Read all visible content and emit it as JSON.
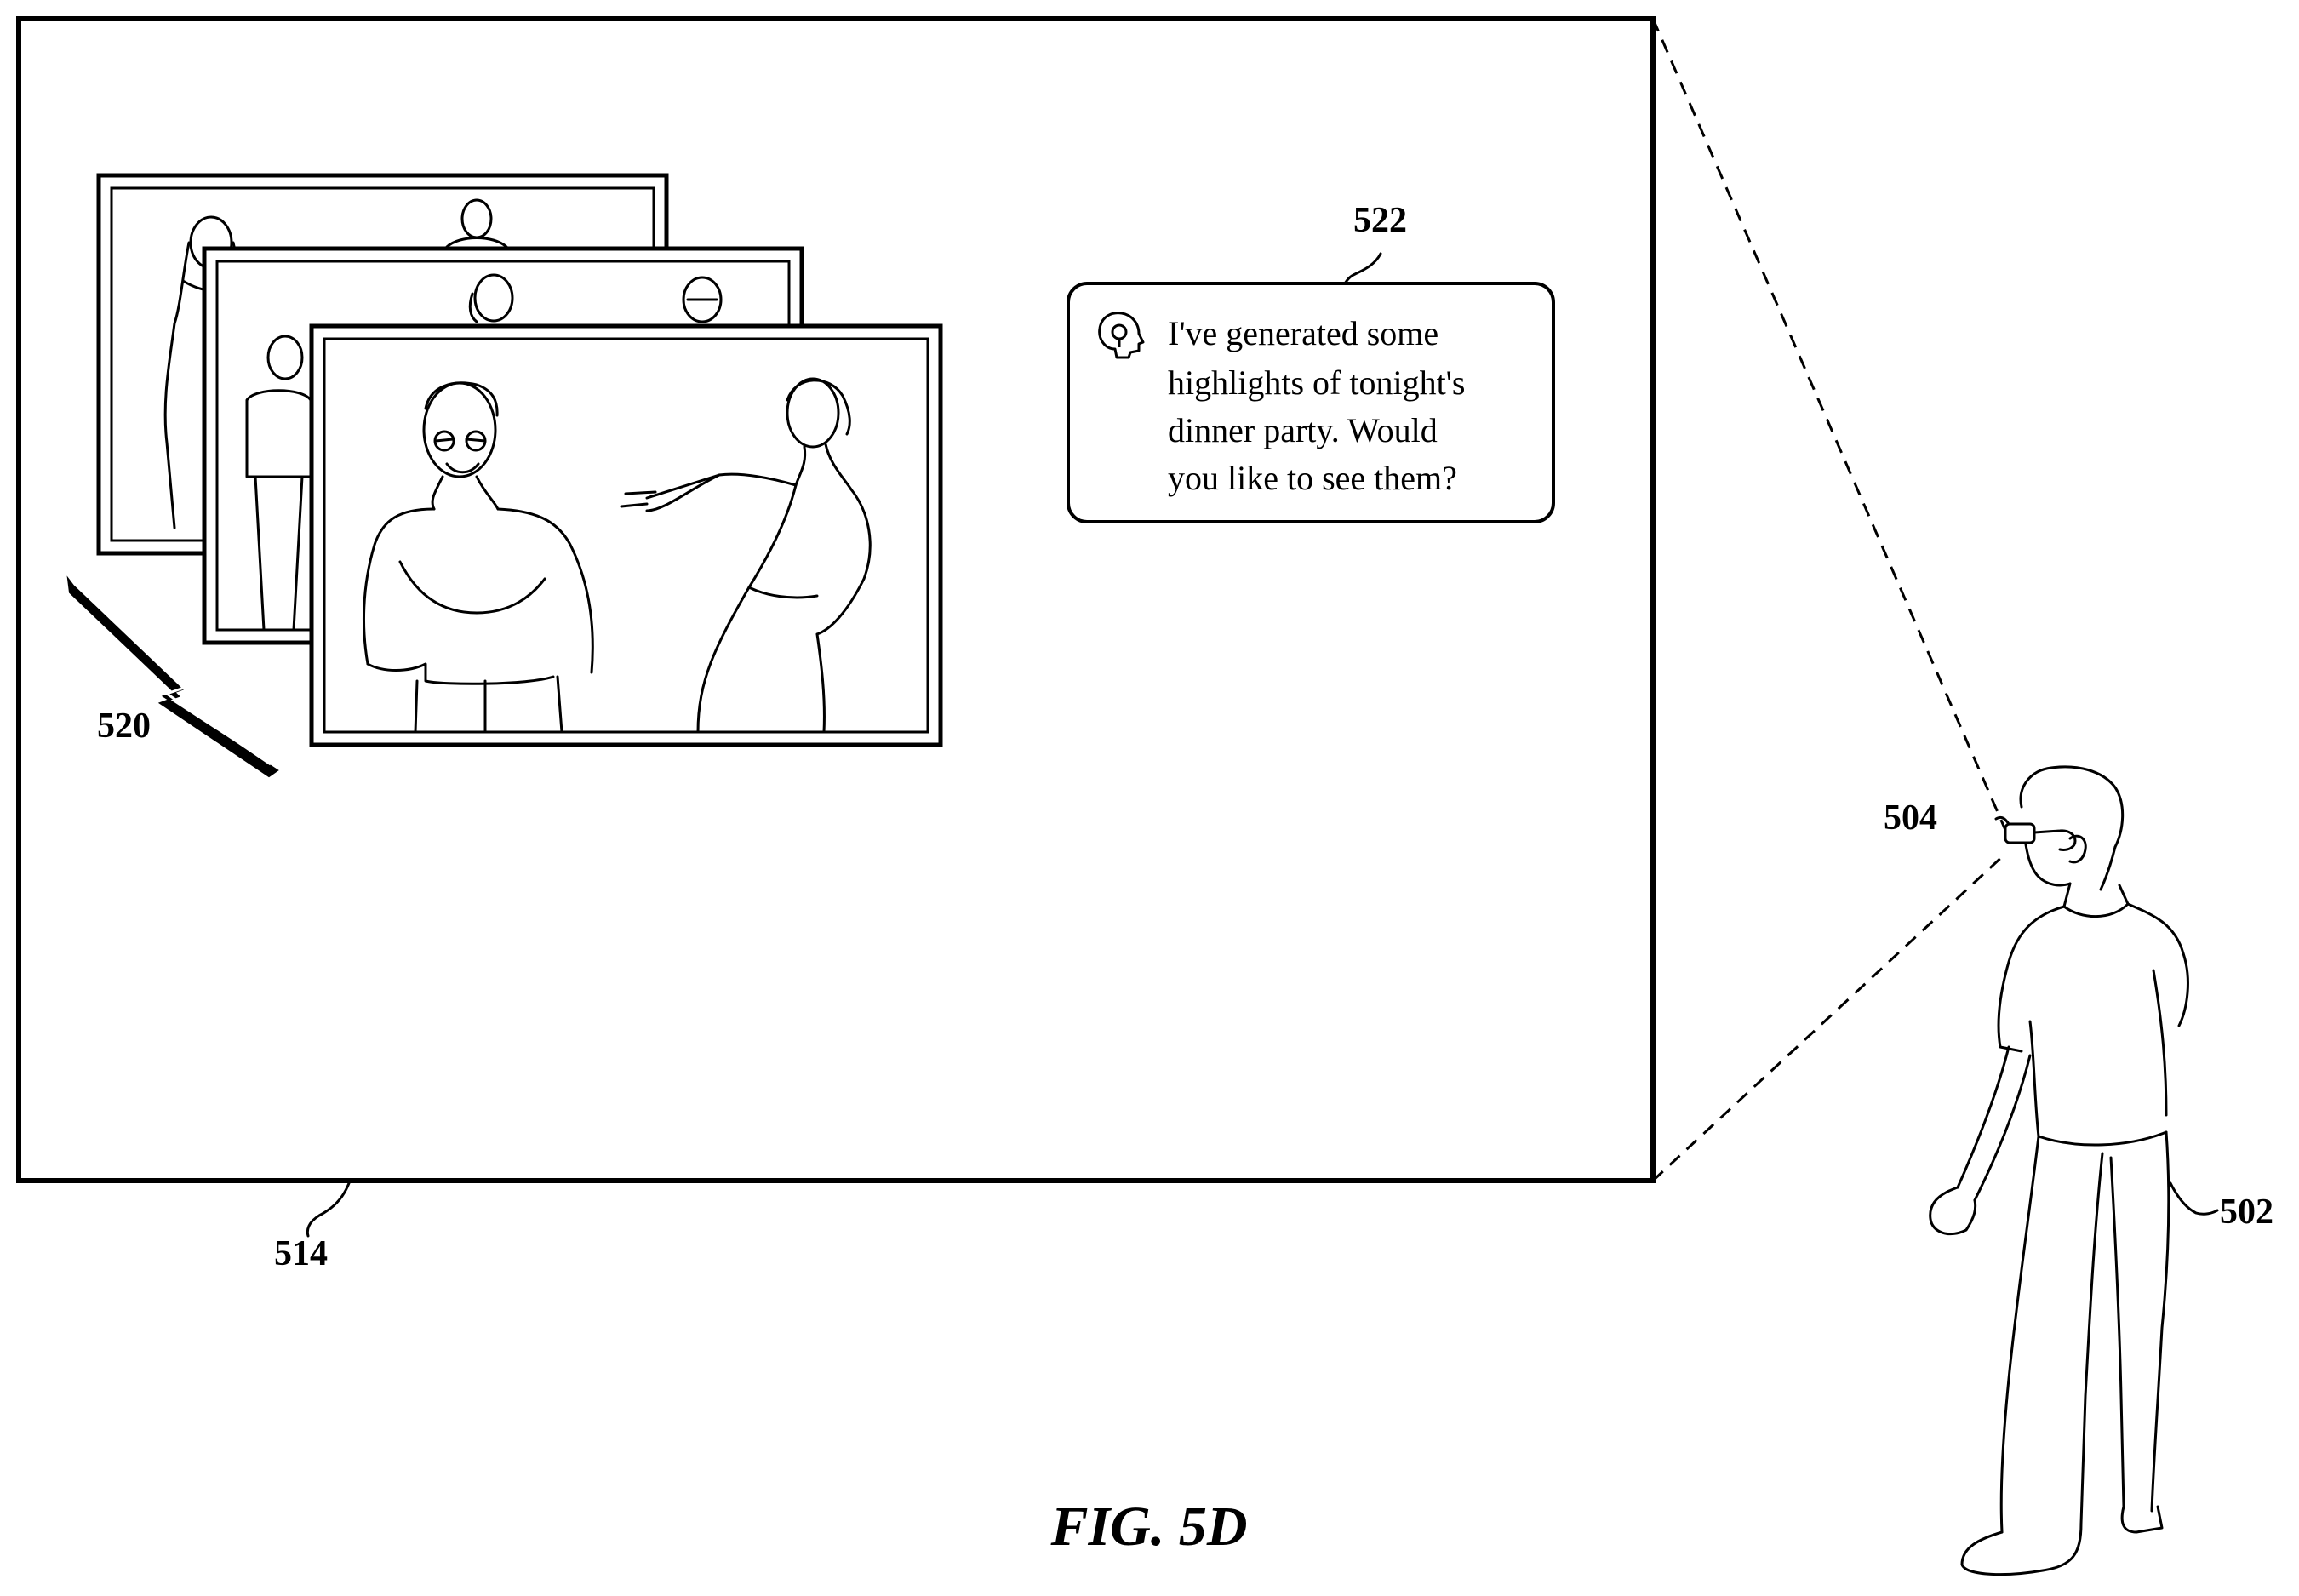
{
  "figure": {
    "caption": "FIG. 5D"
  },
  "labels": {
    "user": "502",
    "device": "504",
    "display": "514",
    "photo_stack": "520",
    "message": "522"
  },
  "assistant_message": {
    "icon": "assistant-head-icon",
    "lines": [
      "I've generated some",
      "highlights of tonight's",
      "dinner party. Would",
      "you like to see them?"
    ]
  }
}
